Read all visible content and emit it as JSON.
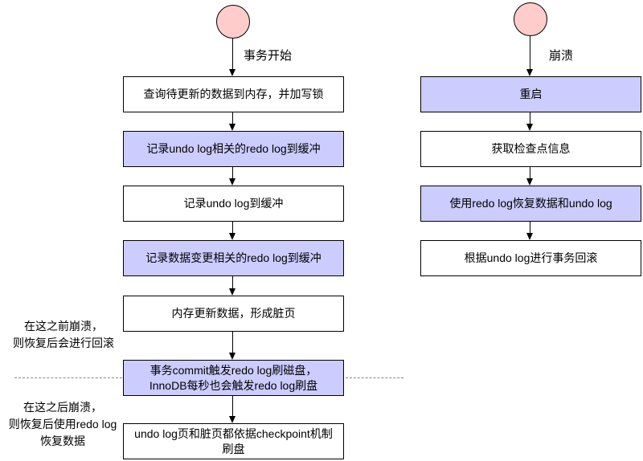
{
  "diagram": {
    "colors": {
      "node_purple": "#ccccff",
      "node_white": "#ffffff",
      "start_circle_pink": "#ffcccc",
      "border_black": "#000000",
      "dashed_divider_gray": "#888888"
    },
    "left_flow": {
      "start_edge_label": "事务开始",
      "nodes": [
        {
          "label": "查询待更新的数据到内存，并加写锁",
          "fill": "#ffffff"
        },
        {
          "label": "记录undo log相关的redo log到缓冲",
          "fill": "#ccccff"
        },
        {
          "label": "记录undo log到缓冲",
          "fill": "#ffffff"
        },
        {
          "label": "记录数据变更相关的redo log到缓冲",
          "fill": "#ccccff"
        },
        {
          "label": "内存更新数据，形成脏页",
          "fill": "#ffffff"
        },
        {
          "label": "事务commit触发redo log刷磁盘，\nInnoDB每秒也会触发redo log刷盘",
          "fill": "#ccccff"
        },
        {
          "label": "undo log页和脏页都依据checkpoint机制\n刷盘",
          "fill": "#ffffff"
        }
      ]
    },
    "right_flow": {
      "start_edge_label": "崩溃",
      "nodes": [
        {
          "label": "重启",
          "fill": "#ccccff"
        },
        {
          "label": "获取检查点信息",
          "fill": "#ffffff"
        },
        {
          "label": "使用redo log恢复数据和undo log",
          "fill": "#ccccff"
        },
        {
          "label": "根据undo log进行事务回滚",
          "fill": "#ffffff"
        }
      ]
    },
    "annotations": {
      "before_crash": "在这之前崩溃，\n则恢复后会进行回滚",
      "after_crash": "在这之后崩溃，\n则恢复后使用redo log\n恢复数据"
    }
  }
}
